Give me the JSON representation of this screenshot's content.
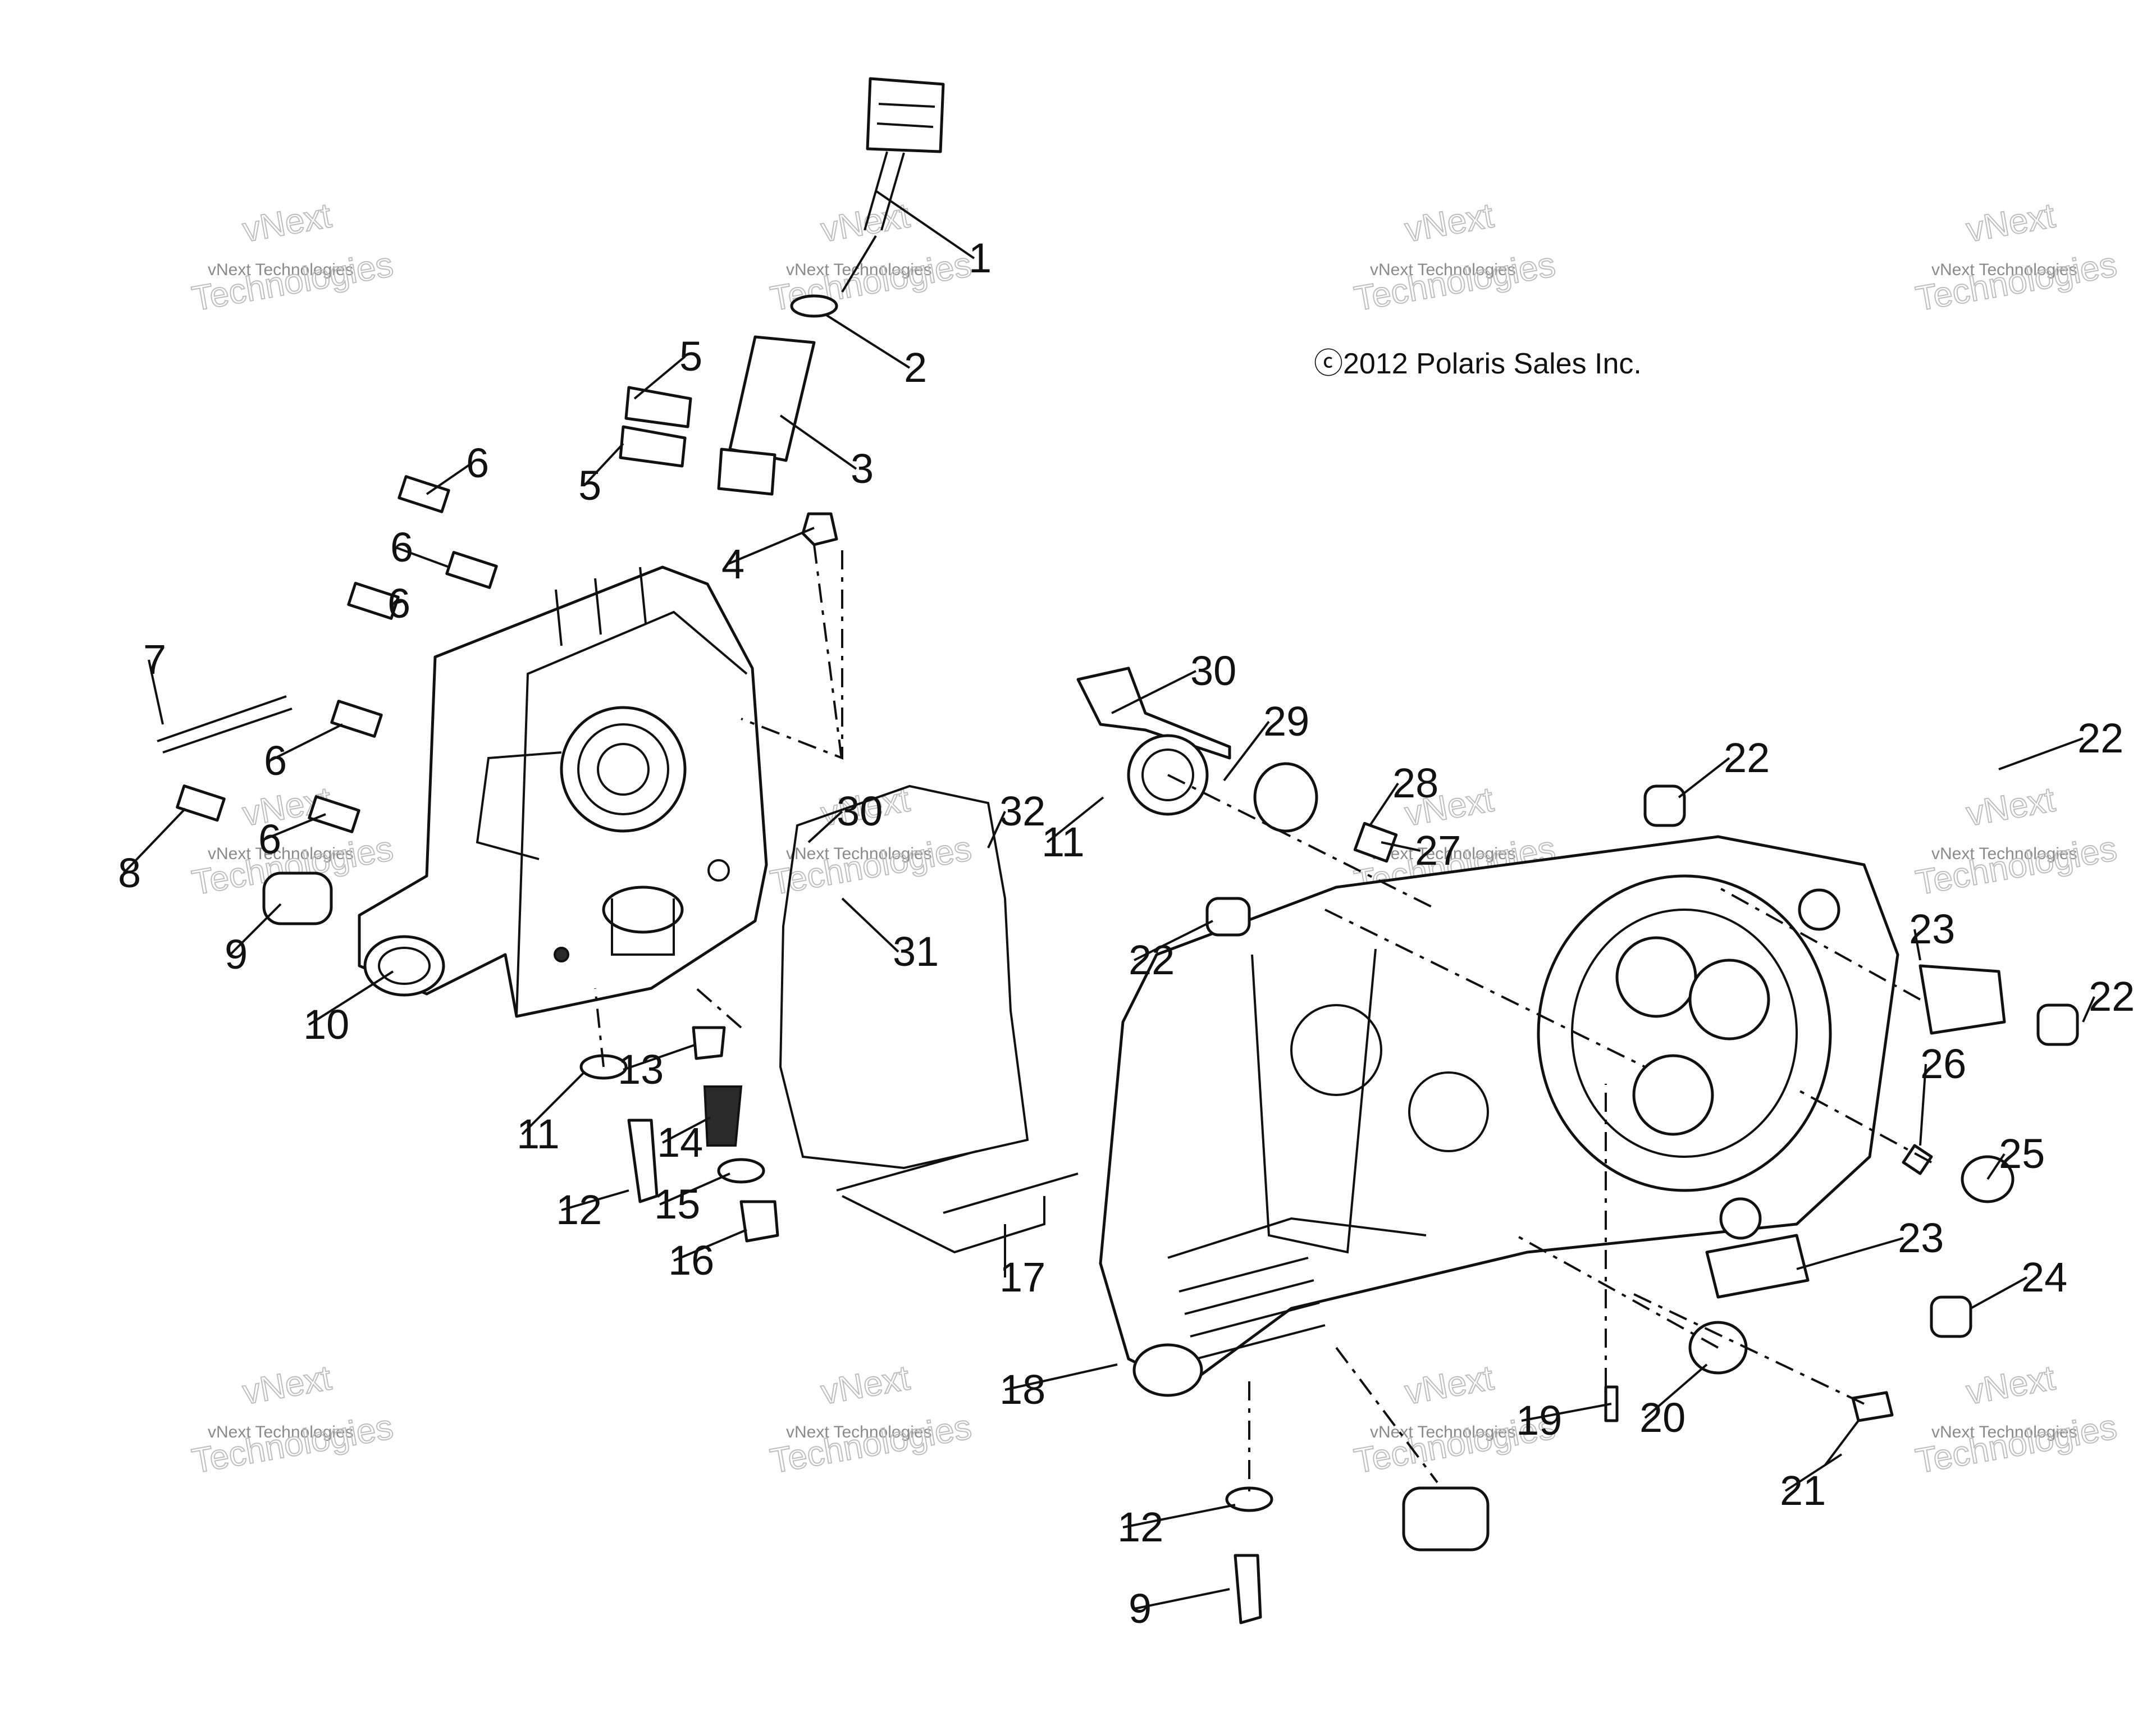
{
  "copyright": "ⓒ2012 Polaris Sales Inc.",
  "watermark": {
    "line1": "vNext",
    "line2": "vNext Technologies",
    "line3": "Technologies"
  },
  "callouts": [
    "1",
    "2",
    "3",
    "4",
    "5",
    "5",
    "6",
    "6",
    "6",
    "6",
    "6",
    "7",
    "8",
    "9",
    "10",
    "11",
    "12",
    "13",
    "14",
    "15",
    "16",
    "17",
    "18",
    "19",
    "20",
    "21",
    "22",
    "22",
    "22",
    "22",
    "23",
    "23",
    "24",
    "25",
    "26",
    "27",
    "28",
    "29",
    "30",
    "30",
    "31",
    "32",
    "11",
    "12",
    "9"
  ]
}
